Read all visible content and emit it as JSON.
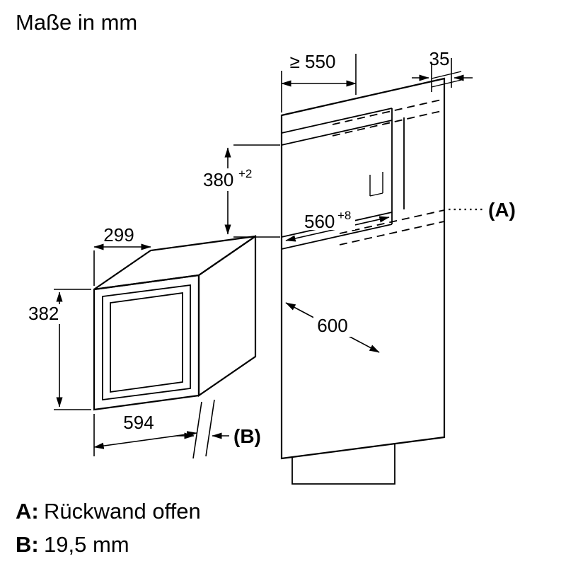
{
  "header": {
    "title": "Maße in mm"
  },
  "dims": {
    "depth_min": "≥ 550",
    "rear_gap": "35",
    "niche_height": "380",
    "niche_height_tol": "+2",
    "niche_width": "560",
    "niche_width_tol": "+8",
    "lower_niche": "600",
    "mw_depth": "299",
    "mw_height": "382",
    "mw_width": "594"
  },
  "callouts": {
    "a": "(A)",
    "b": "(B)"
  },
  "legend": {
    "a_key": "A:",
    "a_text": "Rückwand offen",
    "b_key": "B:",
    "b_text": "19,5 mm"
  },
  "colors": {
    "line": "#000000",
    "background": "#ffffff"
  }
}
